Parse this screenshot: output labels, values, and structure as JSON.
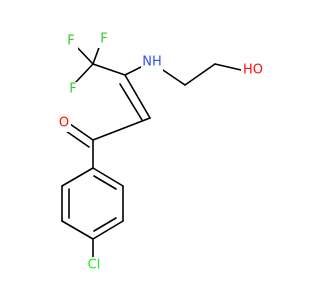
{
  "molecule": {
    "atoms": [
      {
        "id": "F1",
        "label": "F",
        "color": "#33cc33"
      },
      {
        "id": "F2",
        "label": "F",
        "color": "#33cc33"
      },
      {
        "id": "F3",
        "label": "F",
        "color": "#33cc33"
      },
      {
        "id": "N",
        "label": "NH",
        "color": "#3050f8"
      },
      {
        "id": "OH",
        "label": "HO",
        "color": "#ff0d0d"
      },
      {
        "id": "O",
        "label": "O",
        "color": "#ff0d0d"
      },
      {
        "id": "Cl",
        "label": "Cl",
        "color": "#1ff01f"
      }
    ],
    "bond_color": "#000000",
    "background": "#ffffff"
  }
}
